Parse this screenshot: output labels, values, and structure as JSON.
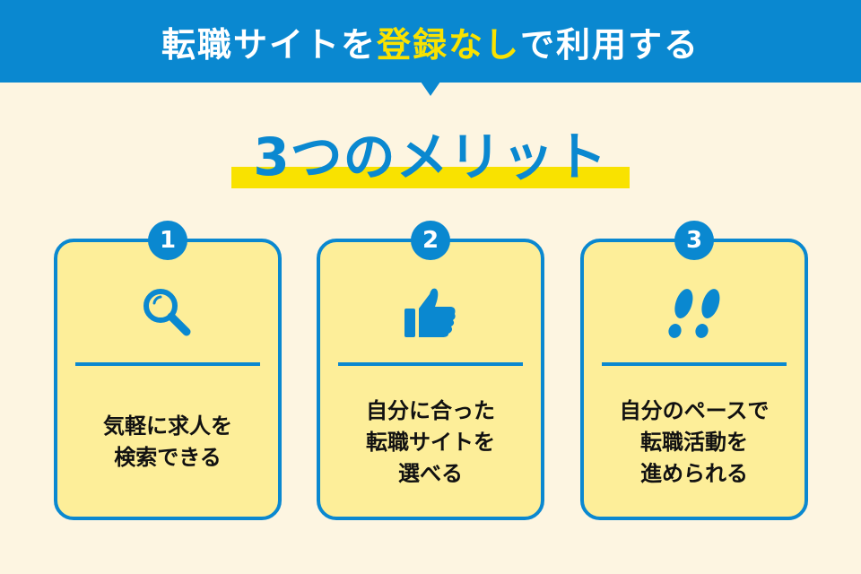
{
  "header": {
    "title_pre": "転職サイトを",
    "title_highlight": "登録なし",
    "title_post": "で利用する"
  },
  "headline": "3つのメリット",
  "cards": [
    {
      "number": "1",
      "icon": "magnifier-icon",
      "lines": [
        "気軽に求人を",
        "検索できる"
      ]
    },
    {
      "number": "2",
      "icon": "thumbs-up-icon",
      "lines": [
        "自分に合った",
        "転職サイトを",
        "選べる"
      ]
    },
    {
      "number": "3",
      "icon": "footprints-icon",
      "lines": [
        "自分のペースで",
        "転職活動を",
        "進められる"
      ]
    }
  ],
  "colors": {
    "blue": "#0A88D0",
    "yellow": "#F9E200",
    "card": "#FDEE99",
    "background": "#FDF5E1"
  }
}
